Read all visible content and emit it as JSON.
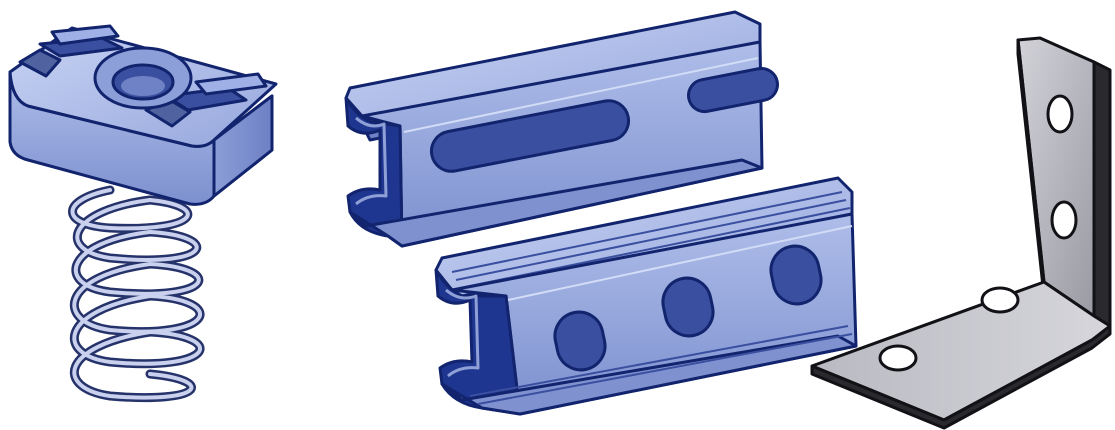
{
  "scene": {
    "background": "#ffffff",
    "objects": [
      {
        "name": "channel-spring-nut",
        "color": "#8fa0d6"
      },
      {
        "name": "slotted-strut-channel",
        "color": "#9fb0e0"
      },
      {
        "name": "perforated-strut-channel",
        "color": "#9fb0e0"
      },
      {
        "name": "four-hole-corner-angle-bracket",
        "color": "#a9a9b2"
      }
    ],
    "colors": {
      "steel_blue_light": "#b8c5ee",
      "steel_blue": "#8fa0d6",
      "steel_blue_dark": "#1f3690",
      "outline": "#12246e",
      "grey_light": "#c7c7cf",
      "grey": "#9c9ca6",
      "grey_dark": "#2a2a2e"
    }
  }
}
